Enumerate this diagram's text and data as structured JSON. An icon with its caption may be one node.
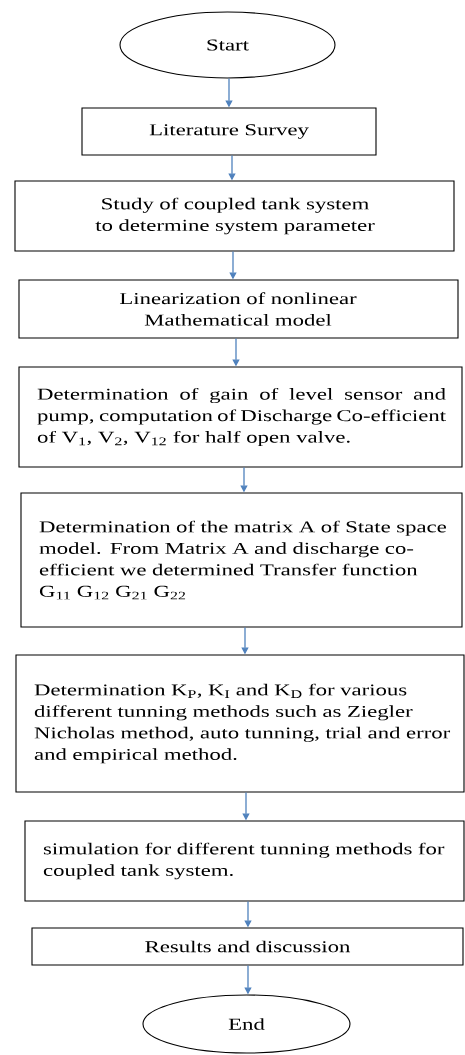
{
  "diagram": {
    "nodes": [
      {
        "text": [
          "Start"
        ]
      },
      {
        "text": [
          "Literature Survey"
        ]
      },
      {
        "text": [
          "Study of coupled tank system to determine system parameter"
        ]
      },
      {
        "text": [
          "Linearization of nonlinear Mathematical model"
        ]
      },
      {
        "text": [
          "Determination of gain of level sensor and pump, computation of Discharge Co-efficient of V$_{1}$, V$_{2}$, V$_{12}$ for half open valve."
        ]
      },
      {
        "text": [
          "Determination of the matrix A of State space model. From Matrix A and discharge co-efficient we determined Transfer function G$_{11}$ G$_{12}$ G$_{21}$ G$_{22}$"
        ]
      },
      {
        "text": [
          "Determination K$_{P}$, K$_{I}$ and K$_{D}$ for various different tunning methods such as Ziegler Nicholas method, auto tunning, trial and error and empirical method."
        ]
      },
      {
        "text": [
          "simulation for different tunning methods for coupled tank system."
        ]
      },
      {
        "text": [
          "Results and discussion"
        ]
      },
      {
        "text": [
          "End"
        ]
      }
    ],
    "edges": [
      {
        "from": 0,
        "to": 1,
        "arrow": "to"
      },
      {
        "from": 1,
        "to": 2,
        "arrow": "to"
      },
      {
        "from": 2,
        "to": 3,
        "arrow": "to"
      },
      {
        "from": 3,
        "to": 4,
        "arrow": "to"
      },
      {
        "from": 4,
        "to": 5,
        "arrow": "to"
      },
      {
        "from": 5,
        "to": 6,
        "arrow": "to"
      },
      {
        "from": 6,
        "to": 7,
        "arrow": "to"
      },
      {
        "from": 7,
        "to": 8,
        "arrow": "to"
      },
      {
        "from": 8,
        "to": 9,
        "arrow": "to"
      }
    ]
  }
}
